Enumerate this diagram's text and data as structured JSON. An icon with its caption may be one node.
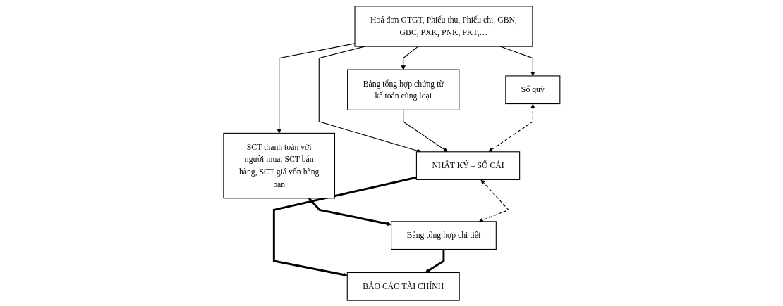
{
  "diagram": {
    "nodes": [
      {
        "text": [
          "Hoá đơn GTGT, Phiếu thu, Phiếu chi, GBN, GBC, PXK, PNK, PKT,…"
        ]
      },
      {
        "text": [
          "Sổ quỹ"
        ]
      },
      {
        "text": [
          "Bảng tổng hợp chứng từ kế toán cùng loại"
        ]
      },
      {
        "text": [
          "SCT thanh toán với người mua, SCT bán hàng, SCT giá vốn hàng bán"
        ]
      },
      {
        "text": [
          "NHẬT KÝ – SỔ CÁI"
        ]
      },
      {
        "text": [
          "Bảng tổng hợp chi tiết"
        ]
      },
      {
        "text": [
          "BÁO CÁO TÀI CHÍNH"
        ]
      }
    ],
    "edges": [
      {
        "from": 0,
        "to": 1,
        "arrow": "to"
      },
      {
        "from": 0,
        "to": 2,
        "arrow": "to"
      },
      {
        "from": 0,
        "to": 4,
        "arrow": "to"
      },
      {
        "from": 0,
        "to": 3,
        "arrow": "to"
      },
      {
        "from": 2,
        "to": 4,
        "arrow": "to"
      },
      {
        "from": 3,
        "to": 5,
        "arrow": "to",
        "style": "thick"
      },
      {
        "from": 1,
        "to": 4,
        "arrow": "both",
        "style": "dashed"
      },
      {
        "from": 4,
        "to": 5,
        "arrow": "both",
        "style": "dashed"
      },
      {
        "from": 4,
        "to": 6,
        "arrow": "to",
        "style": "thick"
      },
      {
        "from": 5,
        "to": 6,
        "arrow": "to",
        "style": "thick"
      }
    ]
  }
}
